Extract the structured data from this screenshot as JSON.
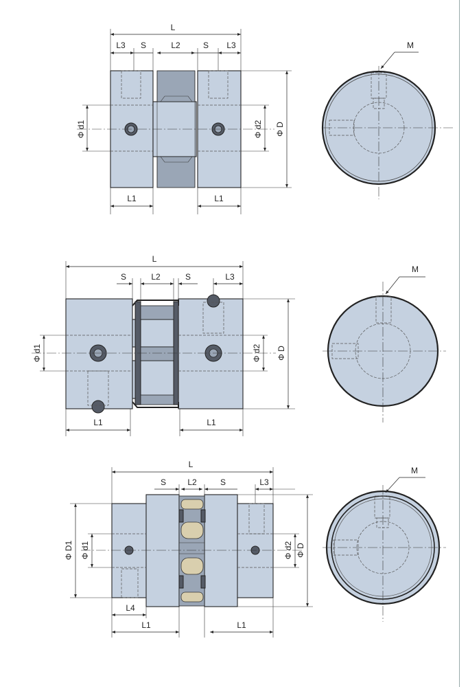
{
  "views": [
    {
      "labels": {
        "L": "L",
        "L3_left": "L3",
        "S_left": "S",
        "L2": "L2",
        "S_right": "S",
        "L3_right": "L3",
        "d1": "Φ d1",
        "d2": "Φ d2",
        "D": "Φ D",
        "L1_left": "L1",
        "L1_right": "L1",
        "M": "M"
      }
    },
    {
      "labels": {
        "L": "L",
        "S_left": "S",
        "L2": "L2",
        "S_right": "S",
        "L3": "L3",
        "d1": "Φ d1",
        "d2": "Φ d2",
        "D": "Φ D",
        "L1_left": "L1",
        "L1_right": "L1",
        "M": "M"
      }
    },
    {
      "labels": {
        "L": "L",
        "S_left": "S",
        "L2": "L2",
        "S_right": "S",
        "L3": "L3",
        "D1": "Φ D1",
        "d1": "Φ d1",
        "d2": "Φ d2",
        "D": "Φ D",
        "L4": "L4",
        "L1_left": "L1",
        "L1_right": "L1",
        "M": "M"
      }
    }
  ],
  "colors": {
    "body": "#c5d1e0",
    "dark": "#555b66",
    "line": "#222222"
  }
}
